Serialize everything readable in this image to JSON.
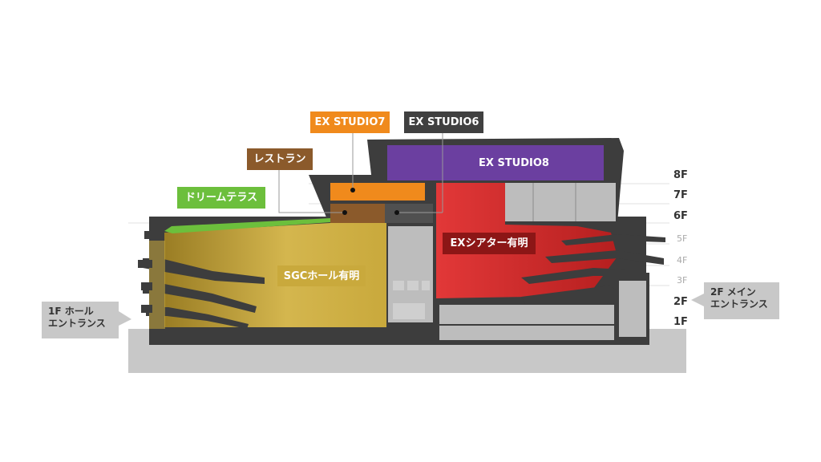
{
  "venues": {
    "ex_studio7": "EX STUDIO7",
    "ex_studio6": "EX STUDIO6",
    "ex_studio8": "EX STUDIO8",
    "restaurant": "レストラン",
    "dream_terrace": "ドリームテラス",
    "sgc_hall": "SGCホール有明",
    "ex_theater": "EXシアター有明"
  },
  "floors": [
    "8F",
    "7F",
    "6F",
    "5F",
    "4F",
    "3F",
    "2F",
    "1F"
  ],
  "entrances": {
    "hall_1f": [
      "1F ホール",
      "エントランス"
    ],
    "main_2f": [
      "2F メイン",
      "エントランス"
    ]
  },
  "colors": {
    "ex_studio7": "#f08a1c",
    "ex_studio6": "#404040",
    "ex_studio8": "#6b3fa0",
    "restaurant": "#8b5a2b",
    "dream_terrace": "#6cbf3c",
    "sgc_hall": "#c9a93c",
    "ex_theater": "#d62a2a",
    "structure": "#3d3d3d",
    "ground": "#c8c8c8"
  }
}
